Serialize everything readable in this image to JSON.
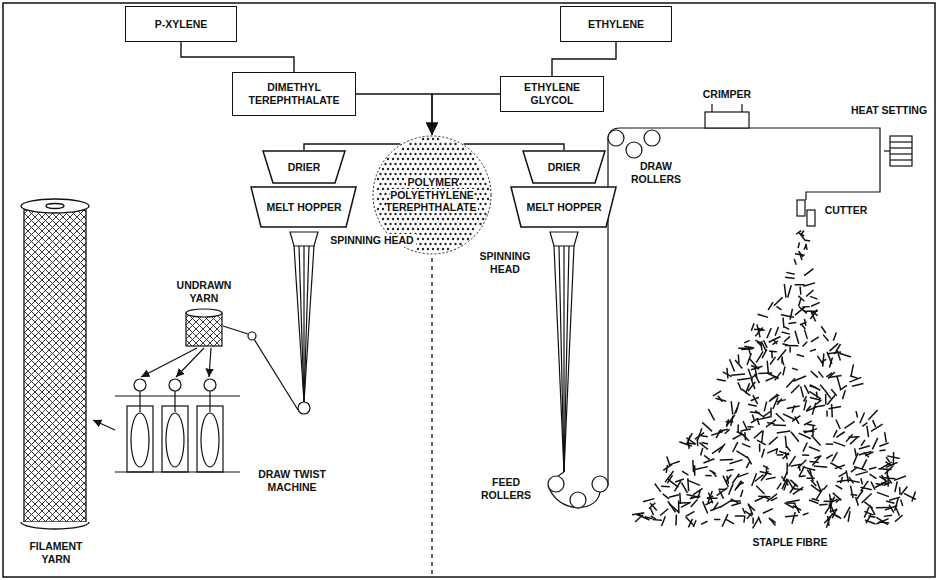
{
  "diagram": {
    "nodes": [
      {
        "text": [
          "P-XYLENE"
        ]
      },
      {
        "text": [
          "ETHYLENE"
        ]
      },
      {
        "text": [
          "DIMETHYL TEREPHTHALATE"
        ]
      },
      {
        "text": [
          "ETHYLENE GLYCOL"
        ]
      },
      {
        "text": [
          "POLYMER POLYETHYLENE TEREPHTHALATE"
        ]
      },
      {
        "text": [
          "DRIER"
        ]
      },
      {
        "text": [
          "MELT HOPPER"
        ]
      },
      {
        "text": [
          "DRIER"
        ]
      },
      {
        "text": [
          "MELT HOPPER"
        ]
      }
    ],
    "edges": [
      {
        "from": 0,
        "to": 2,
        "arrow": "none"
      },
      {
        "from": 1,
        "to": 3,
        "arrow": "none"
      },
      {
        "from": 2,
        "to": 4,
        "arrow": "to"
      },
      {
        "from": 3,
        "to": 4,
        "arrow": "to"
      },
      {
        "from": 4,
        "to": 5,
        "arrow": "none"
      },
      {
        "from": 4,
        "to": 7,
        "arrow": "none"
      }
    ],
    "labels": [
      "SPINNING HEAD",
      "UNDRAWN YARN",
      "DRAW TWIST MACHINE",
      "FILAMENT YARN",
      "SPINNING HEAD",
      "FEED ROLLERS",
      "DRAW ROLLERS",
      "CRIMPER",
      "HEAT SETTING",
      "CUTTER",
      "STAPLE FIBRE"
    ]
  }
}
